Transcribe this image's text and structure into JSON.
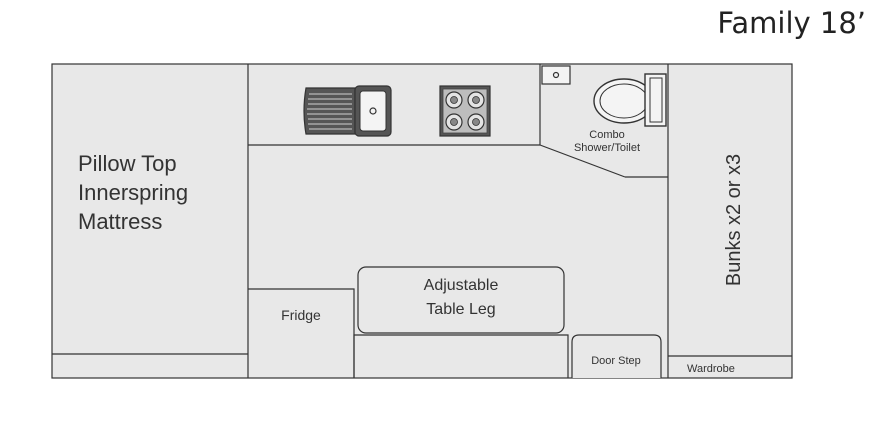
{
  "title": "Family 18’",
  "labels": {
    "bed": [
      "Pillow Top",
      "Innerspring",
      "Mattress"
    ],
    "shower": [
      "Combo",
      "Shower/Toilet"
    ],
    "bunks": "Bunks x2 or x3",
    "table": [
      "Adjustable",
      "Table Leg"
    ],
    "fridge": "Fridge",
    "door_step": "Door Step",
    "wardrobe": "Wardrobe"
  },
  "colors": {
    "floor": "#e8e8e8",
    "line": "#333333",
    "fixture_dark": "#555555"
  },
  "icons": [
    "sink-icon",
    "stove-icon",
    "toilet-icon",
    "basin-icon"
  ]
}
